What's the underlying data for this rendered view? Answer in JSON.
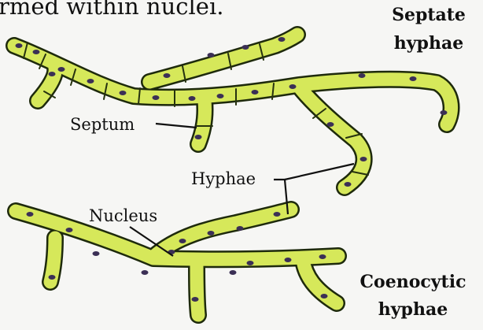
{
  "header_text": "rmed within nuclei.",
  "labels": {
    "septate": [
      "Septate",
      "hyphae"
    ],
    "septum": "Septum",
    "hyphae": "Hyphae",
    "nucleus": "Nucleus",
    "coenocytic": [
      "Coenocytic",
      "hyphae"
    ]
  },
  "colors": {
    "hypha_fill": "#d6e85a",
    "hypha_edge": "#1e2a0c",
    "nucleus": "#3b2f55",
    "text": "#111111"
  }
}
